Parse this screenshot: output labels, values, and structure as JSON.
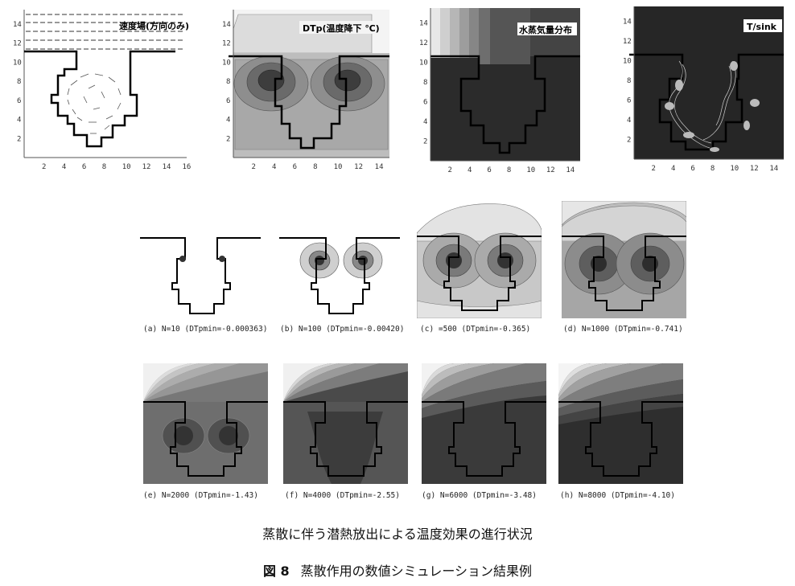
{
  "top_panels": [
    {
      "title": "速度場(方向のみ)",
      "x_ticks": [
        "2",
        "4",
        "6",
        "8",
        "10",
        "12",
        "14",
        "16"
      ],
      "y_ticks": [
        "2",
        "4",
        "6",
        "8",
        "10",
        "12",
        "14"
      ]
    },
    {
      "title": "DTp(温度降下 ℃)",
      "x_ticks": [
        "2",
        "4",
        "6",
        "8",
        "10",
        "12",
        "14"
      ],
      "y_ticks": [
        "2",
        "4",
        "6",
        "8",
        "10",
        "12",
        "14"
      ]
    },
    {
      "title": "水蒸気量分布",
      "x_ticks": [
        "2",
        "4",
        "6",
        "8",
        "10",
        "12",
        "14"
      ],
      "y_ticks": [
        "2",
        "4",
        "6",
        "8",
        "10",
        "12",
        "14"
      ]
    },
    {
      "title": "T/sink",
      "x_ticks": [
        "2",
        "4",
        "6",
        "8",
        "10",
        "12",
        "14"
      ],
      "y_ticks": [
        "2",
        "4",
        "6",
        "8",
        "10",
        "12",
        "14"
      ]
    }
  ],
  "row_panels": [
    {
      "caption": "(a) N=10 (DTpmin=-0.000363)"
    },
    {
      "caption": "(b) N=100 (DTpmin=-0.00420)"
    },
    {
      "caption": "(c) =500 (DTpmin=-0.365)"
    },
    {
      "caption": "(d) N=1000 (DTpmin=-0.741)"
    },
    {
      "caption": "(e) N=2000 (DTpmin=-1.43)"
    },
    {
      "caption": "(f) N=4000 (DTpmin=-2.55)"
    },
    {
      "caption": "(g) N=6000 (DTpmin=-3.48)"
    },
    {
      "caption": "(h) N=8000 (DTpmin=-4.10)"
    }
  ],
  "caption_line1": "蒸散に伴う潜熱放出による温度効果の進行状況",
  "figure_label": "図 8",
  "figure_title": "蒸散作用の数値シミュレーション結果例"
}
